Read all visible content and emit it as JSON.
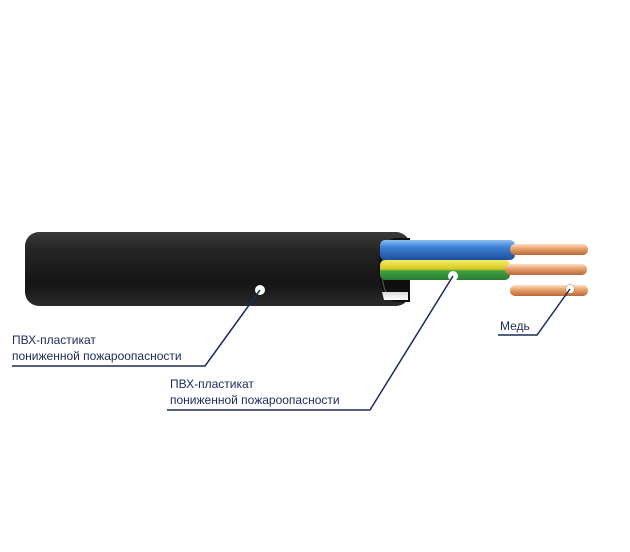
{
  "callouts": {
    "sheath": {
      "line1": "ПВХ-пластикат",
      "line2": "пониженной пожароопасности"
    },
    "insulation": {
      "line1": "ПВХ-пластикат",
      "line2": "пониженной пожароопасности"
    },
    "conductor": {
      "line1": "Медь"
    }
  },
  "colors": {
    "sheath": "#1e1e1e",
    "core_blue": "#2f6fc4",
    "core_yellow_green": "#d6c51f",
    "core_green": "#3ea043",
    "copper": "#e7a36d",
    "leader_line": "#1a2a5a"
  }
}
